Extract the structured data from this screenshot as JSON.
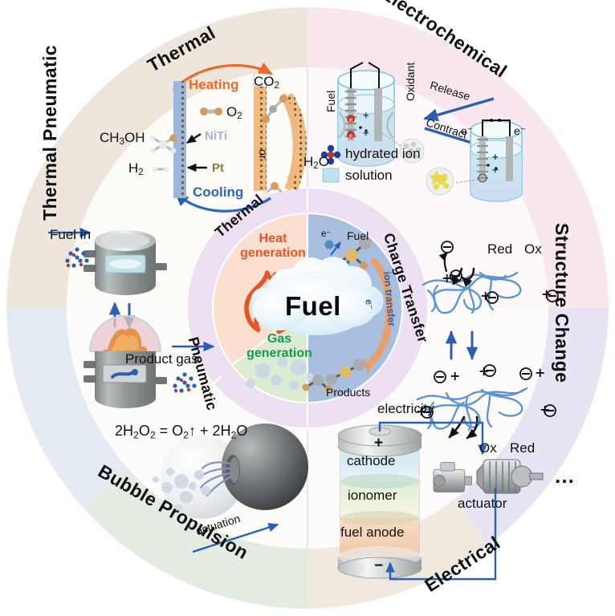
{
  "figure": {
    "type": "radial-wheel-diagram",
    "center_label": "Fuel",
    "colors": {
      "thermal_outer": "#eee6dc",
      "electrochemical_outer": "#f8e7ee",
      "structure_change_outer": "#e9e4f4",
      "electrical_outer": "#f1e9e0",
      "bubble_outer": "#e4ece2",
      "thermal_pneumatic_outer": "#e5ebf2",
      "inner_ring": "#ece0f2",
      "heat_sector": "#fbe0d0",
      "gas_sector": "#dbecd2",
      "charge_sector": "#a9bfe0",
      "accent_blue": "#2a5fb5",
      "accent_orange": "#ea6a28",
      "accent_green": "#17994a",
      "accent_red": "#e2562a"
    }
  },
  "outer_ring": {
    "segments": [
      {
        "label": "Thermal",
        "position": "top-left"
      },
      {
        "label": "Electrochemical",
        "position": "top-right"
      },
      {
        "label": "Structure Change",
        "position": "right"
      },
      {
        "label": "Electrical",
        "position": "bottom-right"
      },
      {
        "label": "Bubble Propulsion",
        "position": "bottom-left"
      },
      {
        "label": "Thermal Pneumatic",
        "position": "left"
      }
    ]
  },
  "inner_ring": {
    "segments": [
      {
        "label": "Thermal",
        "position": "upper-left"
      },
      {
        "label": "Pneumatic",
        "position": "lower-left"
      },
      {
        "label": "Charge Transfer",
        "position": "right"
      }
    ]
  },
  "core": {
    "fuel_label": "Fuel",
    "heat_generation": "Heat\ngeneration",
    "heat_generation_line1": "Heat",
    "heat_generation_line2": "generation",
    "gas_generation_line1": "Gas",
    "gas_generation_line2": "generation",
    "flame_icon": "flame-icon",
    "bubbles_icon": "bubbles-icon",
    "charge_transfer": {
      "electron_label": "e⁻",
      "fuel_label": "Fuel",
      "products_label": "Products",
      "electron_arrow_label": "e⁻",
      "ion_transfer_label": "ion transfer"
    }
  },
  "thermal": {
    "heating": "Heating",
    "cooling": "Cooling",
    "co2": "CO2",
    "o2": "O2",
    "h2": "H2",
    "h2o": "H2O",
    "methanol": "CH3OH",
    "niti": "NiTi",
    "pt": "Pt",
    "or": "or"
  },
  "electrochemical": {
    "fuel": "Fuel",
    "oxidant": "Oxidant",
    "release": "Release",
    "contract": "Contract",
    "electron_left": "e⁻",
    "electron_right": "e⁻",
    "legend": [
      {
        "label": "hydrated ion",
        "swatch": "hydrated-ion-icon"
      },
      {
        "label": "solution",
        "swatch": "solution-swatch"
      }
    ]
  },
  "structure_change": {
    "top_label_1": "Red",
    "top_label_2": "Ox",
    "bottom_label_1": "Ox",
    "bottom_label_2": "Red",
    "charge_minus": "⊖",
    "charge_plus": "+"
  },
  "thermal_pneumatic": {
    "fuel_in": "Fuel in",
    "product_gas": "Product gas"
  },
  "bubble_propulsion": {
    "equation": "2H2O2 = O2↑ + 2H2O",
    "actuation": "actuation"
  },
  "electrical": {
    "electricity": "electricity",
    "cathode": "cathode",
    "ionomer": "ionomer",
    "fuel_anode": "fuel anode",
    "actuator": "actuator",
    "plus": "+",
    "minus": "−",
    "ellipsis": "…"
  }
}
